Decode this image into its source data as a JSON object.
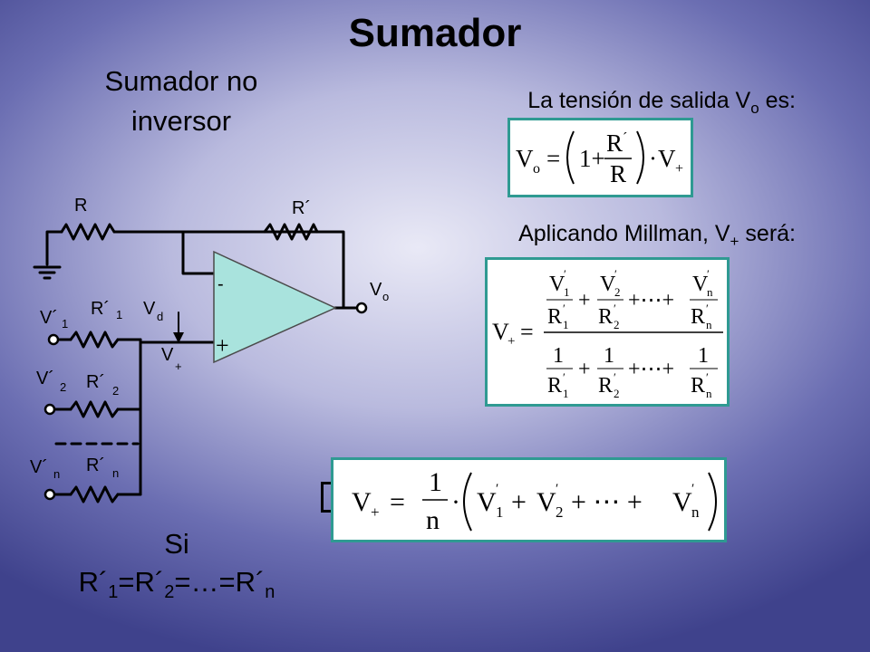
{
  "slide": {
    "title": "Sumador",
    "subtitle": "Sumador no inversor",
    "output_caption": "La tensión de salida V",
    "output_caption_sub": "o",
    "output_caption_end": " es:",
    "millman_caption": "Aplicando Millman, V",
    "millman_caption_sub": "+",
    "millman_caption_end": " será:"
  },
  "circuit": {
    "labels": {
      "R": "R",
      "R_feedback": "R´",
      "V1": "V´",
      "V1_sub": "1",
      "R1": "R´",
      "R1_sub": "1",
      "V2": "V´",
      "V2_sub": "2",
      "R2": "R´",
      "R2_sub": "2",
      "Vn": "V´",
      "Vn_sub": "n",
      "Rn": "R´",
      "Rn_sub": "n",
      "Vd": "V",
      "Vd_sub": "d",
      "Vplus": "V",
      "Vplus_sub": "+",
      "Vo": "V",
      "Vo_sub": "o",
      "minus_sign": "-",
      "plus_sign": "+"
    }
  },
  "equations": {
    "output": {
      "lhs": "V",
      "lhs_sub": "o",
      "eq": "=",
      "one_plus": "1+",
      "num": "R",
      "num_prime": "´",
      "den": "R",
      "dot": "·",
      "v": "V",
      "v_sub": "+"
    },
    "millman": {
      "lhs": "V",
      "lhs_sub": "+",
      "eq": "=",
      "v": "V",
      "r": "R",
      "one": "1",
      "plus": "+",
      "ellipsis": "+⋯+",
      "prime": "′",
      "sub1": "1",
      "sub2": "2",
      "subn": "n"
    },
    "equal_r": {
      "lhs": "V",
      "lhs_sub": "+",
      "eq": "=",
      "one": "1",
      "n": "n",
      "dot": "·",
      "v": "V",
      "plus": "+",
      "ellipsis": "+ ⋯ +",
      "prime": "′",
      "sub1": "1",
      "sub2": "2",
      "subn": "n"
    }
  },
  "condition": {
    "si": "Si",
    "r": "R´",
    "sub1": "1",
    "eq1": "=R´",
    "sub2": "2",
    "eq2": "=…=R´",
    "subn": "n"
  },
  "colors": {
    "box_border": "#2f9a92",
    "opamp_fill": "#a9e3dd",
    "wire": "#000000"
  }
}
